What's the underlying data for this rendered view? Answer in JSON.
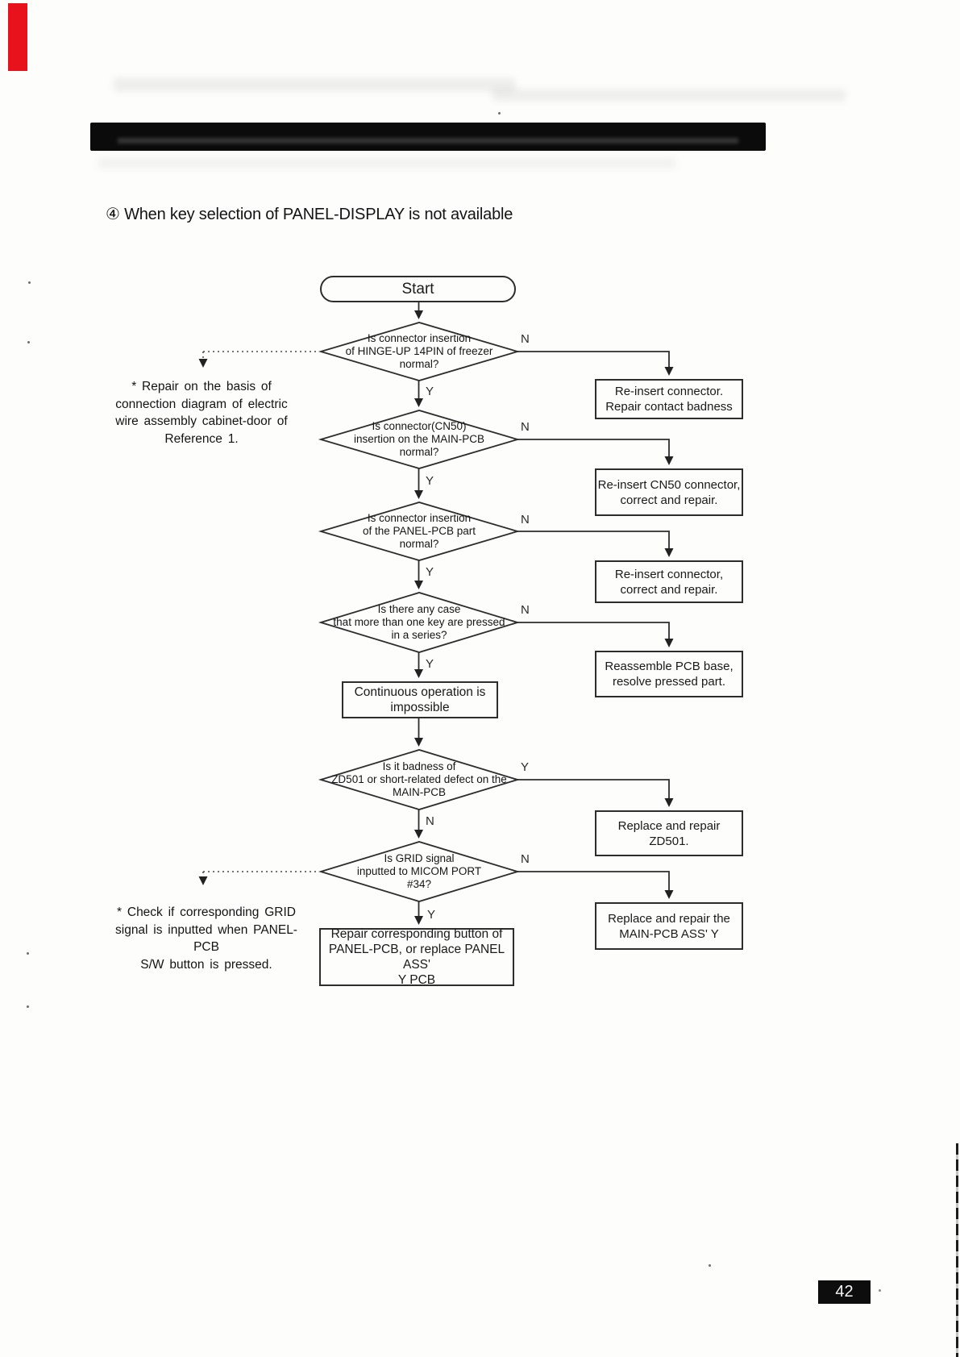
{
  "page": {
    "title": "④ When key selection of PANEL-DISPLAY is not available",
    "page_number": "42"
  },
  "colors": {
    "red_mark": "#e8121c",
    "ink": "#1a1a1a",
    "redaction_bar": "#0b0b0b"
  },
  "flowchart": {
    "start": "Start",
    "decisions": [
      {
        "text": "Is connector insertion\nof HINGE-UP 14PIN of freezer\nnormal?",
        "side_label": "N",
        "down_label": "Y"
      },
      {
        "text": "Is connector(CN50)\ninsertion on the MAIN-PCB\nnormal?",
        "side_label": "N",
        "down_label": "Y"
      },
      {
        "text": "Is connector insertion\nof the PANEL-PCB part\nnormal?",
        "side_label": "N",
        "down_label": "Y"
      },
      {
        "text": "Is there any case\nthat more than one key are pressed\nin a series?",
        "side_label": "N",
        "down_label": "Y"
      },
      {
        "text": "Is it badness of\nZD501 or short-related defect on the\nMAIN-PCB",
        "side_label": "Y",
        "down_label": "N"
      },
      {
        "text": "Is  GRID signal\ninputted to  MICOM PORT\n#34?",
        "side_label": "N",
        "down_label": "Y"
      }
    ],
    "actions": [
      {
        "text": "Re-insert  connector.\nRepair  contact badness"
      },
      {
        "text": "Re-insert  CN50 connector,\ncorrect and repair."
      },
      {
        "text": "Re-insert  connector,\ncorrect and repair."
      },
      {
        "text": "Reassemble PCB base,\nresolve pressed part."
      },
      {
        "text": "Replace and repair\nZD501."
      },
      {
        "text": "Replace and repair the\nMAIN-PCB ASS' Y"
      }
    ],
    "process": "Continuous operation is\nimpossible",
    "terminal": "Repair  corresponding button of\nPANEL-PCB, or replace  PANEL ASS'\nY PCB",
    "notes": [
      {
        "text": "*  Repair  on  the  basis  of\nconnection  diagram  of  electric\nwire  assembly cabinet-door of\nReference 1."
      },
      {
        "text": "*  Check if corresponding GRID\nsignal is inputted when PANEL-PCB\nS/W button is pressed."
      }
    ]
  }
}
